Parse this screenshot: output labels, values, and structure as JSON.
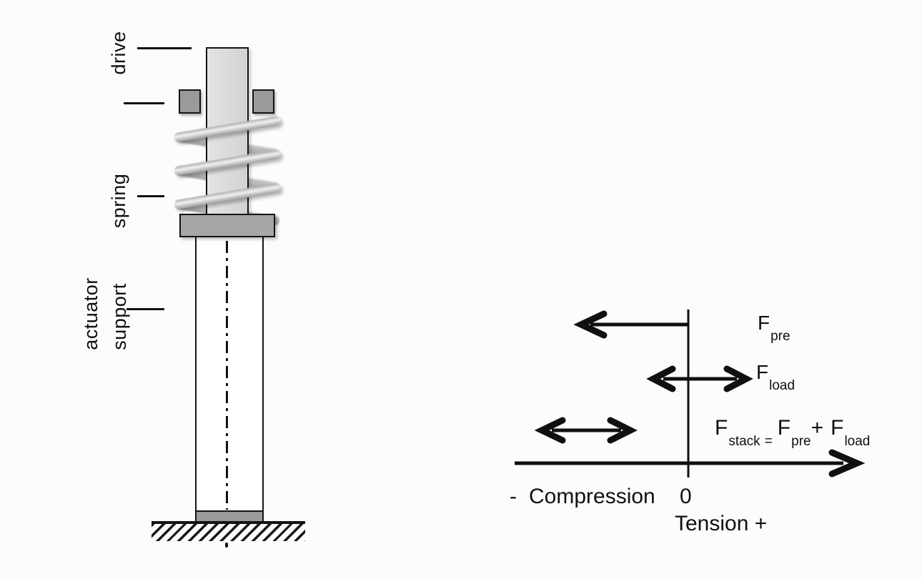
{
  "colors": {
    "bg": "#fcfcfc",
    "ink": "#101010",
    "outline": "#141414",
    "shaft": "#d9d9d9",
    "block": "#9a9a9a",
    "flange": "#a6a6a6",
    "base": "#9a9a9a",
    "spring_hi": "#f2f2f2",
    "spring_lo": "#adadad"
  },
  "actuator": {
    "labels": {
      "drive": "drive",
      "spring": "spring",
      "support_line1": "actuator",
      "support_line2": "support"
    }
  },
  "force": {
    "f_pre": {
      "main": "F",
      "sub": "pre"
    },
    "f_load": {
      "main": "F",
      "sub": "load"
    },
    "equation": {
      "lhs_main": "F",
      "lhs_sub": "stack",
      "equals": "=",
      "t1_main": "F",
      "t1_sub": "pre",
      "plus": "+",
      "t2_main": "F",
      "t2_sub": "load"
    },
    "axis": {
      "minus": "-",
      "compression": "Compression",
      "zero": "0",
      "tension_plus": "Tension +"
    }
  }
}
